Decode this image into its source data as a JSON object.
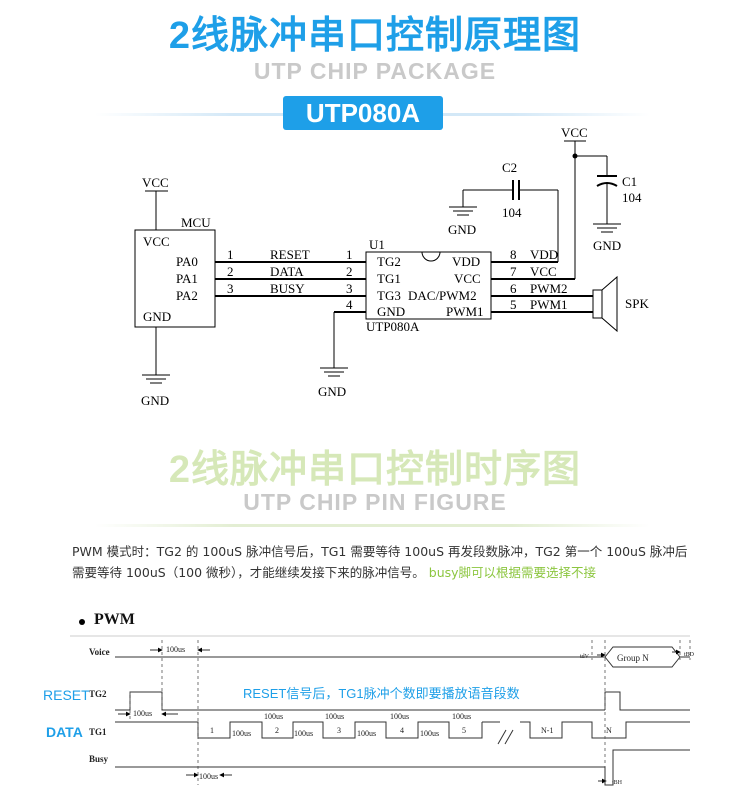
{
  "header": {
    "title": "2线脉冲串口控制原理图",
    "subtitle": "UTP CHIP PACKAGE",
    "badge": "UTP080A"
  },
  "schematic": {
    "mcu": {
      "label": "MCU",
      "vcc": "VCC",
      "gnd": "GND",
      "pins": [
        "PA0",
        "PA1",
        "PA2"
      ],
      "top_supply": "VCC",
      "bottom_gnd": "GND"
    },
    "wires": {
      "left_numbers": [
        "1",
        "2",
        "3"
      ],
      "signals": [
        "RESET",
        "DATA",
        "BUSY"
      ]
    },
    "chip": {
      "ref": "U1",
      "name": "UTP080A",
      "left_numbers": [
        "1",
        "2",
        "3",
        "4"
      ],
      "left_pins": [
        "TG2",
        "TG1",
        "TG3",
        "GND"
      ],
      "right_pins": [
        "VDD",
        "VCC",
        "DAC/PWM2",
        "PWM1"
      ],
      "right_numbers": [
        "8",
        "7",
        "6",
        "5"
      ],
      "gnd_label": "GND"
    },
    "outputs": [
      "VDD",
      "VCC",
      "PWM2",
      "PWM1"
    ],
    "c2": {
      "ref": "C2",
      "value": "104",
      "gnd": "GND"
    },
    "c1": {
      "ref": "C1",
      "value": "104",
      "gnd": "GND"
    },
    "vcc_top": "VCC",
    "speaker": "SPK"
  },
  "timing_section": {
    "title": "2线脉冲串口控制时序图",
    "subtitle": "UTP CHIP PIN FIGURE",
    "note_main": "PWM 模式时：TG2 的 100uS 脉冲信号后，TG1 需要等待 100uS 再发段数脉冲，TG2 第一个 100uS 脉冲后需要等待 100uS（100 微秒），才能继续发接下来的脉冲信号。",
    "note_green": "busy脚可以根据需要选择不接"
  },
  "timing": {
    "heading": "PWM",
    "side_reset": "RESET",
    "side_data": "DATA",
    "reset_note": "RESET信号后，TG1脉冲个数即要播放语音段数",
    "rows": [
      "Voice",
      "TG2",
      "TG1",
      "Busy"
    ],
    "dim_100us": "100us",
    "pulse_numbers": [
      "1",
      "2",
      "3",
      "4",
      "5",
      "N-1",
      "N"
    ],
    "group": "Group N",
    "tdv": "tdV",
    "tbd": "tBD",
    "tbh": "tBH"
  }
}
